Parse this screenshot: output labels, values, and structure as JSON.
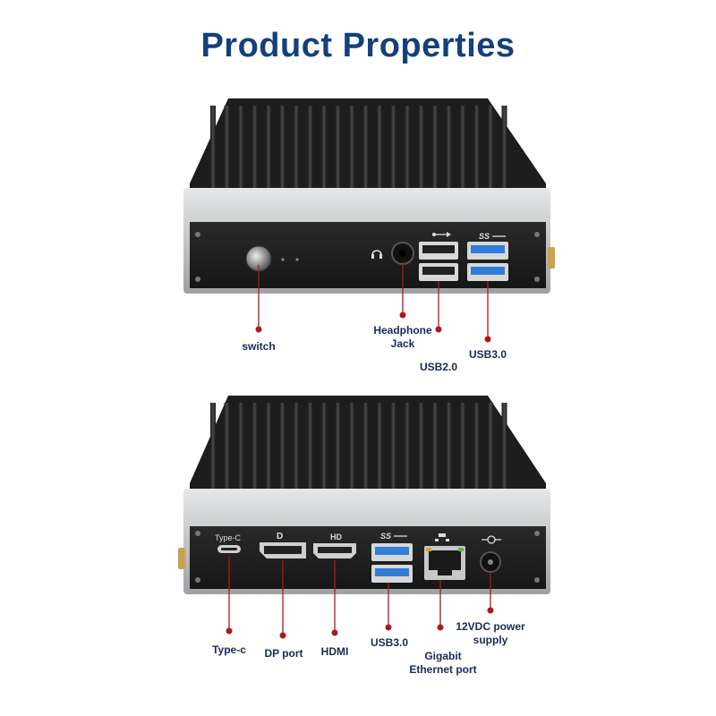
{
  "title": "Product Properties",
  "colors": {
    "title": "#14407c",
    "label": "#1a2a55",
    "callout": "#b01818",
    "chassis": "#1c1c1c",
    "fin": "#2a2a2a",
    "usb3_blue": "#2f7fd8",
    "silver": "#c8cacc"
  },
  "top_panel": {
    "ports": {
      "headphone_icon": "headphone-icon",
      "usb2_icon": "usb-icon",
      "usb3_icon": "ss-usb-icon",
      "usb3_glyph": "SS"
    },
    "labels": {
      "switch": "switch",
      "headphone": "Headphone\nJack",
      "usb2": "USB2.0",
      "usb3": "USB3.0"
    }
  },
  "bottom_panel": {
    "ports": {
      "typec_print": "Type-C",
      "hdmi_print": "HD",
      "dp_print": "D",
      "usb3_glyph": "SS",
      "ethernet_icon": "network-icon",
      "power_icon": "dc-power-icon"
    },
    "labels": {
      "typec": "Type-c",
      "dp": "DP port",
      "hdmi": "HDMI",
      "usb3": "USB3.0",
      "ethernet": "Gigabit\nEthernet port",
      "power": "12VDC power\nsupply"
    }
  }
}
